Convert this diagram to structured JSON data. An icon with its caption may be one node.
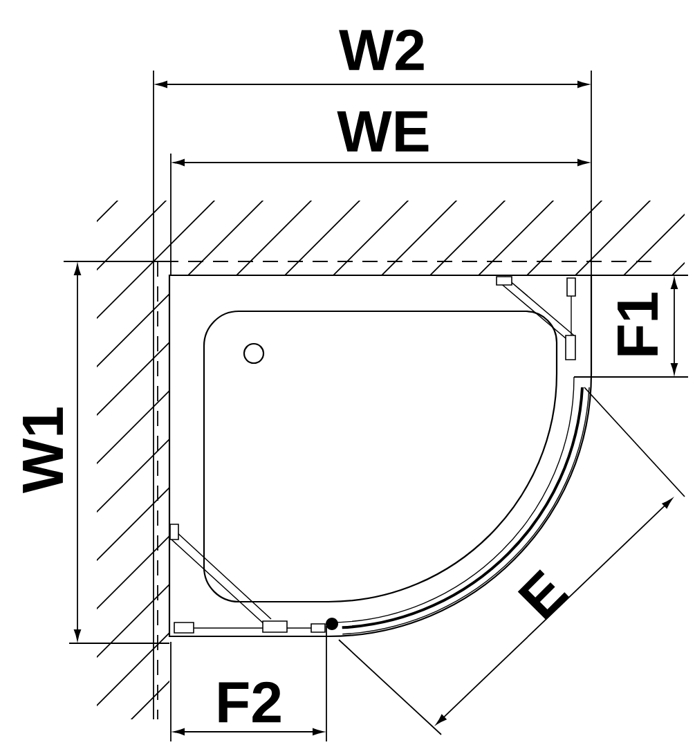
{
  "diagram": {
    "labels": [
      "W2",
      "WE",
      "F1",
      "W1",
      "E",
      "F2"
    ]
  }
}
